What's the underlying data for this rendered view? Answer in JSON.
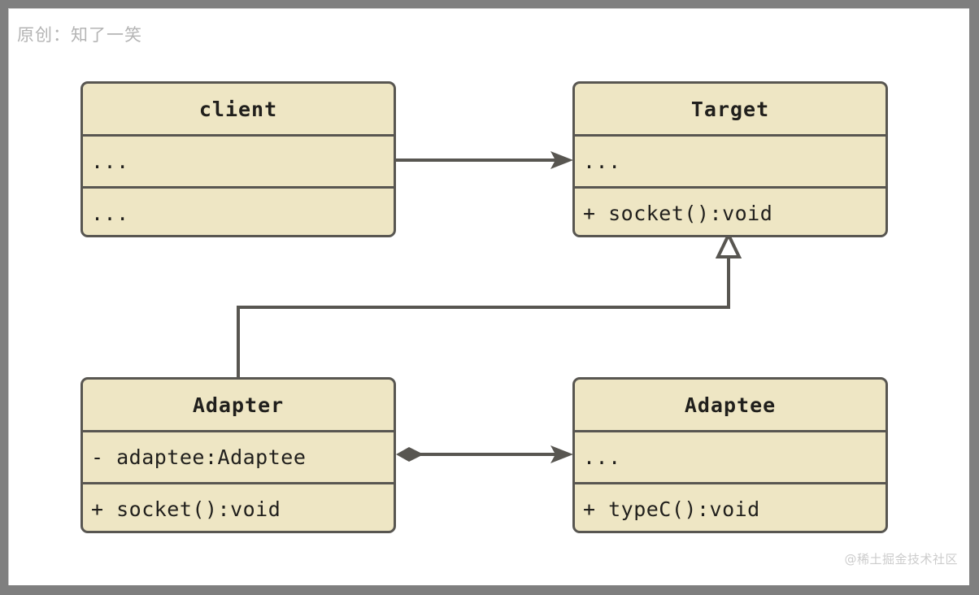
{
  "meta": {
    "diagram_title": "Adapter Pattern UML Class Diagram",
    "frame_color": "#7f7f7f",
    "canvas_color": "#ffffff",
    "box_fill": "#eee6c4",
    "box_border": "#585651",
    "line_color": "#585651",
    "text_color": "#201f1c"
  },
  "watermarks": {
    "top_left": "原创：知了一笑",
    "bottom_right": "@稀土掘金技术社区"
  },
  "classes": [
    {
      "id": "client",
      "name": "client",
      "attributes": [
        "..."
      ],
      "operations": [
        "..."
      ]
    },
    {
      "id": "target",
      "name": "Target",
      "attributes": [
        "..."
      ],
      "operations": [
        "+ socket():void"
      ]
    },
    {
      "id": "adapter",
      "name": "Adapter",
      "attributes": [
        "- adaptee:Adaptee"
      ],
      "operations": [
        "+ socket():void"
      ]
    },
    {
      "id": "adaptee",
      "name": "Adaptee",
      "attributes": [
        "..."
      ],
      "operations": [
        "+ typeC():void"
      ]
    }
  ],
  "relations": [
    {
      "id": "client-to-target",
      "from": "client",
      "to": "target",
      "type": "association",
      "marker": "filled-arrow",
      "label": ""
    },
    {
      "id": "adapter-to-target",
      "from": "adapter",
      "to": "target",
      "type": "generalization",
      "marker": "hollow-triangle",
      "label": ""
    },
    {
      "id": "adapter-to-adaptee",
      "from": "adapter",
      "to": "adaptee",
      "type": "composition",
      "marker": "filled-diamond-and-arrow",
      "label": ""
    }
  ]
}
